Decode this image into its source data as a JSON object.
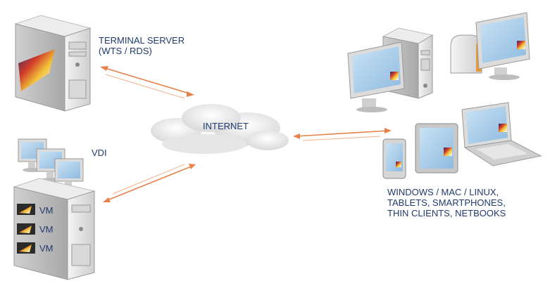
{
  "labels": {
    "terminal_server": [
      "TERMINAL SERVER",
      "(WTS / RDS)"
    ],
    "internet": "INTERNET",
    "vdi": "VDI",
    "vm": [
      "VM",
      "VM",
      "VM"
    ],
    "clients": [
      "WINDOWS / MAC / LINUX,",
      "TABLETS, SMARTPHONES,",
      "THIN CLIENTS, NETBOOKS"
    ]
  },
  "icons": {
    "terminal_server": "server-tower-icon",
    "vdi_server": "server-tower-icon",
    "vdi_monitors": "monitor-icon",
    "cloud": "cloud-icon",
    "desktop": "desktop-computer-icon",
    "thin_client": "thin-client-icon",
    "smartphone": "smartphone-icon",
    "tablet": "tablet-icon",
    "laptop": "laptop-icon"
  },
  "colors": {
    "arrow": "#e8804a",
    "label": "#1f3a6e",
    "device_body": "#e4e4e4",
    "screen": "#a9cde8"
  }
}
